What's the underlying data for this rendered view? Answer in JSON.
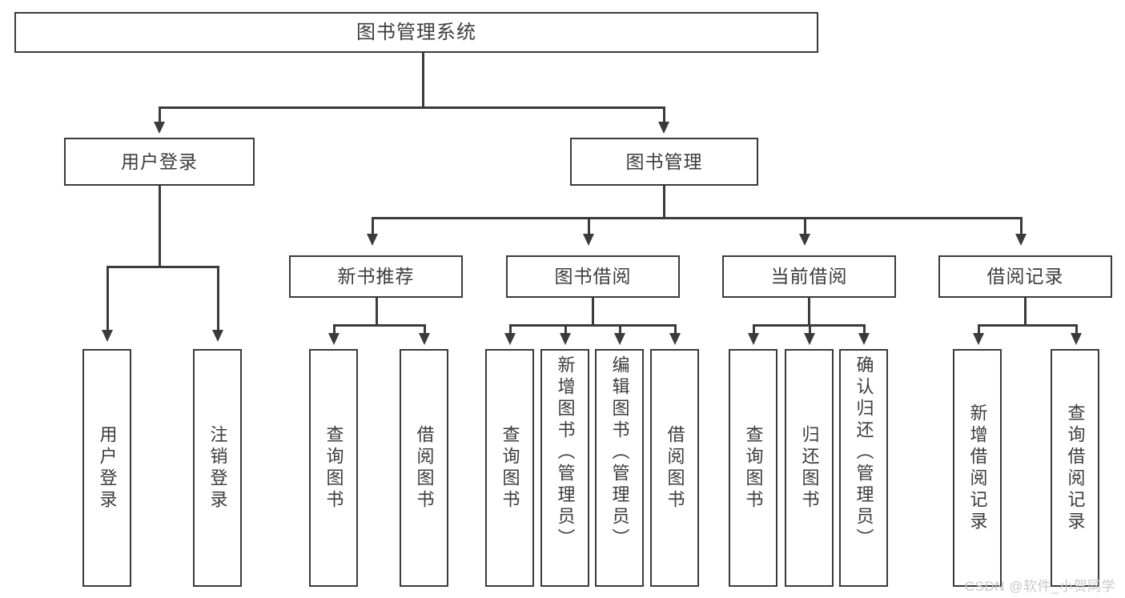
{
  "diagram": {
    "kind": "tree-structure-chart",
    "title": "图书管理系统",
    "watermark": "CSDN @软件_小贺同学",
    "colors": {
      "stroke": "#3b3b3b",
      "text": "#3c3c3c",
      "background": "#ffffff",
      "watermark": "#c9c9c9"
    }
  },
  "nodes": {
    "root": {
      "label": "图书管理系统"
    },
    "level2": [
      {
        "id": "user-login",
        "label": "用户登录"
      },
      {
        "id": "book-manage",
        "label": "图书管理"
      }
    ],
    "level3": [
      {
        "id": "new-book-recommend",
        "label": "新书推荐"
      },
      {
        "id": "book-borrow",
        "label": "图书借阅"
      },
      {
        "id": "current-borrow",
        "label": "当前借阅"
      },
      {
        "id": "borrow-record",
        "label": "借阅记录"
      }
    ],
    "leaves": {
      "user-login": [
        {
          "id": "leaf-user-login",
          "label": "用户登录"
        },
        {
          "id": "leaf-logout",
          "label": "注销登录"
        }
      ],
      "new-book-recommend": [
        {
          "id": "leaf-query-book-1",
          "label": "查询图书"
        },
        {
          "id": "leaf-borrow-book-1",
          "label": "借阅图书"
        }
      ],
      "book-borrow": [
        {
          "id": "leaf-query-book-2",
          "label": "查询图书"
        },
        {
          "id": "leaf-add-book",
          "label": "新增图书（管理员）"
        },
        {
          "id": "leaf-edit-book",
          "label": "编辑图书（管理员）"
        },
        {
          "id": "leaf-borrow-book-2",
          "label": "借阅图书"
        }
      ],
      "current-borrow": [
        {
          "id": "leaf-query-book-3",
          "label": "查询图书"
        },
        {
          "id": "leaf-return-book",
          "label": "归还图书"
        },
        {
          "id": "leaf-confirm-return",
          "label": "确认归还（管理员）"
        }
      ],
      "borrow-record": [
        {
          "id": "leaf-add-record",
          "label": "新增借阅记录"
        },
        {
          "id": "leaf-query-record",
          "label": "查询借阅记录"
        }
      ]
    }
  }
}
